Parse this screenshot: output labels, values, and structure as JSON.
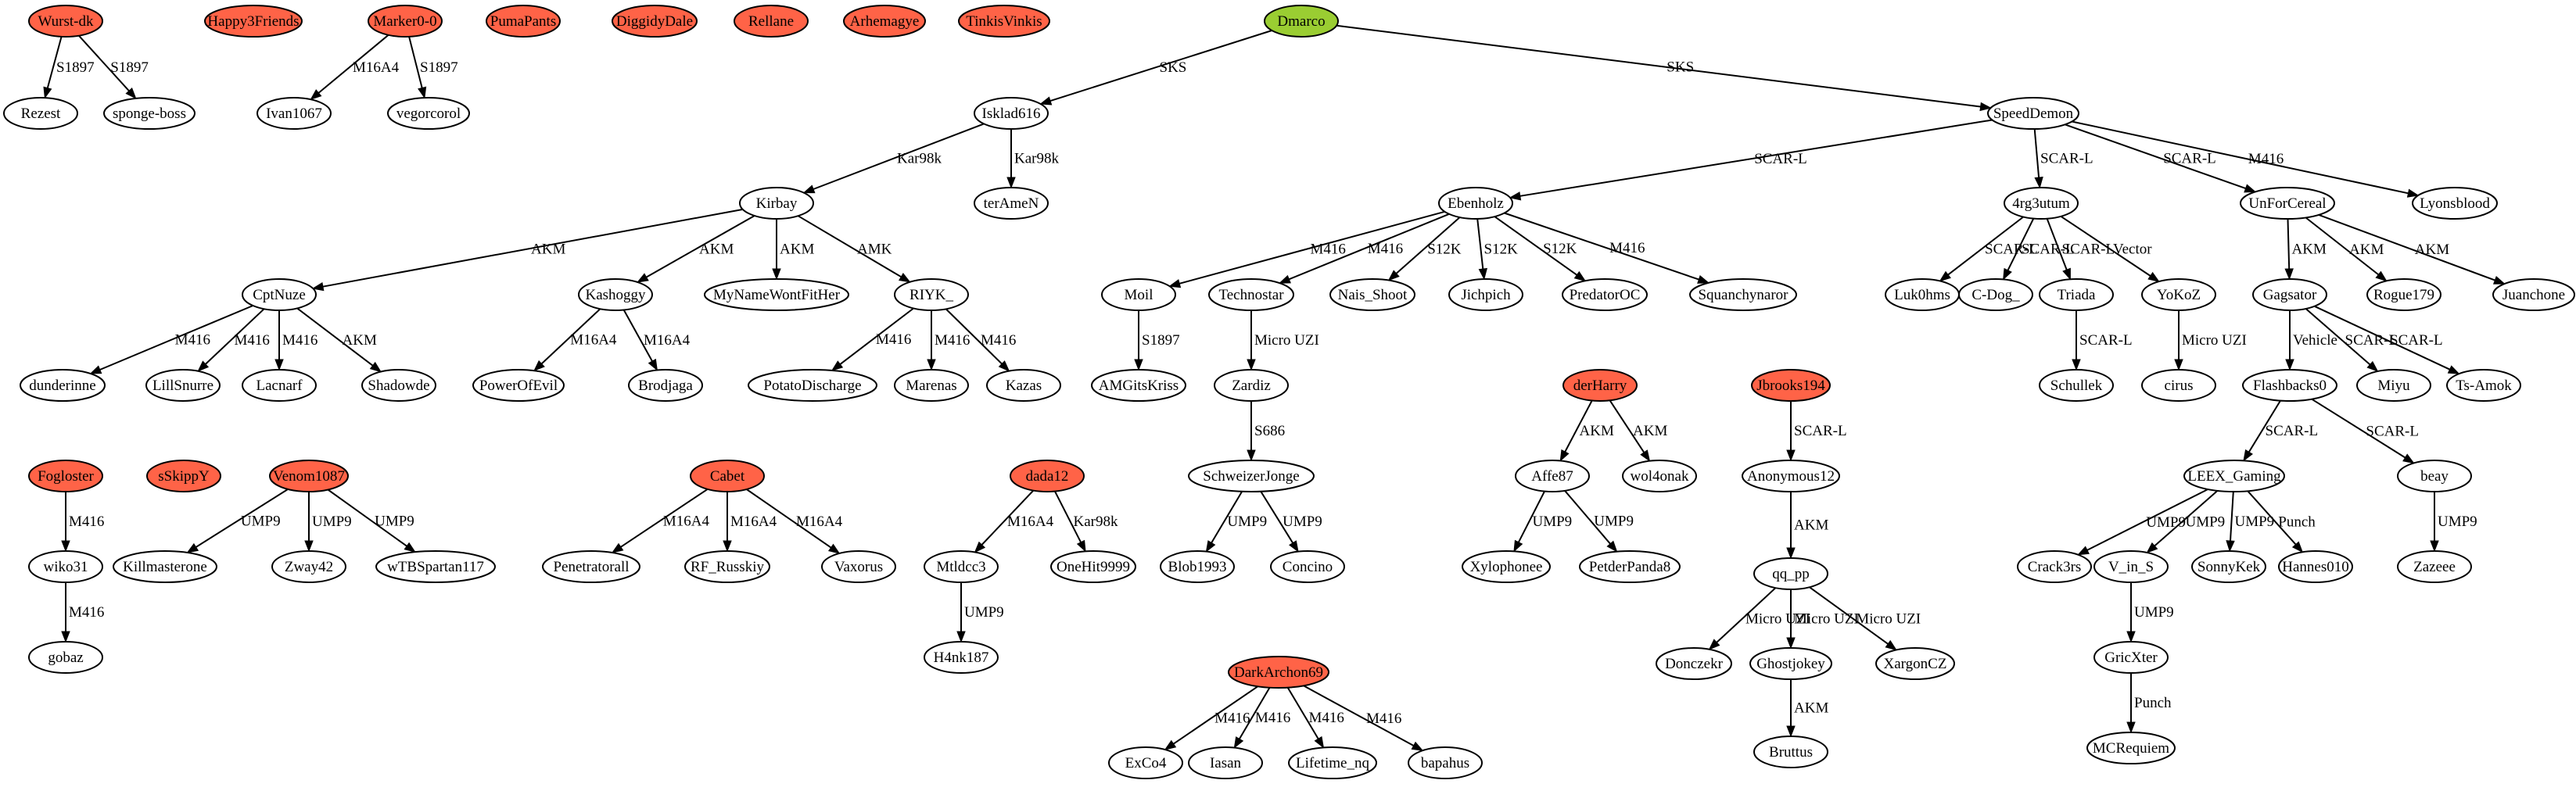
{
  "colors": {
    "highlight": "#ff6347",
    "root": "#9acd32",
    "default": "#ffffff"
  },
  "nodes": [
    {
      "id": "Wurst-dk",
      "label": "Wurst-dk",
      "style": "highlight"
    },
    {
      "id": "Happy3Friends",
      "label": "Happy3Friends",
      "style": "highlight"
    },
    {
      "id": "Marker0-0",
      "label": "Marker0-0",
      "style": "highlight"
    },
    {
      "id": "PumaPants",
      "label": "PumaPants",
      "style": "highlight"
    },
    {
      "id": "DiggidyDale",
      "label": "DiggidyDale",
      "style": "highlight"
    },
    {
      "id": "Rellane",
      "label": "Rellane",
      "style": "highlight"
    },
    {
      "id": "Arhemagye",
      "label": "Arhemagye",
      "style": "highlight"
    },
    {
      "id": "TinkisVinkis",
      "label": "TinkisVinkis",
      "style": "highlight"
    },
    {
      "id": "Dmarco",
      "label": "Dmarco",
      "style": "root"
    },
    {
      "id": "Rezest",
      "label": "Rezest",
      "style": "default"
    },
    {
      "id": "sponge-boss",
      "label": "sponge-boss",
      "style": "default"
    },
    {
      "id": "Ivan1067",
      "label": "Ivan1067",
      "style": "default"
    },
    {
      "id": "vegorcorol",
      "label": "vegorcorol",
      "style": "default"
    },
    {
      "id": "Isklad616",
      "label": "Isklad616",
      "style": "default"
    },
    {
      "id": "SpeedDemon",
      "label": "SpeedDemon",
      "style": "default"
    },
    {
      "id": "Kirbay",
      "label": "Kirbay",
      "style": "default"
    },
    {
      "id": "terAmeN",
      "label": "terAmeN",
      "style": "default"
    },
    {
      "id": "Ebenholz",
      "label": "Ebenholz",
      "style": "default"
    },
    {
      "id": "4rg3utum",
      "label": "4rg3utum",
      "style": "default"
    },
    {
      "id": "UnForCereal",
      "label": "UnForCereal",
      "style": "default"
    },
    {
      "id": "Lyonsblood",
      "label": "Lyonsblood",
      "style": "default"
    },
    {
      "id": "CptNuze",
      "label": "CptNuze",
      "style": "default"
    },
    {
      "id": "Kashoggy",
      "label": "Kashoggy",
      "style": "default"
    },
    {
      "id": "MyNameWontFitHer",
      "label": "MyNameWontFitHer",
      "style": "default"
    },
    {
      "id": "RIYK_",
      "label": "RIYK_",
      "style": "default"
    },
    {
      "id": "Moil",
      "label": "Moil",
      "style": "default"
    },
    {
      "id": "Technostar",
      "label": "Technostar",
      "style": "default"
    },
    {
      "id": "Nais_Shoot",
      "label": "Nais_Shoot",
      "style": "default"
    },
    {
      "id": "Jichpich",
      "label": "Jichpich",
      "style": "default"
    },
    {
      "id": "PredatorOC",
      "label": "PredatorOC",
      "style": "default"
    },
    {
      "id": "Squanchynaror",
      "label": "Squanchynaror",
      "style": "default"
    },
    {
      "id": "Luk0hms",
      "label": "Luk0hms",
      "style": "default"
    },
    {
      "id": "C-Dog_",
      "label": "C-Dog_",
      "style": "default"
    },
    {
      "id": "Triada",
      "label": "Triada",
      "style": "default"
    },
    {
      "id": "YoKoZ",
      "label": "YoKoZ",
      "style": "default"
    },
    {
      "id": "Gagsator",
      "label": "Gagsator",
      "style": "default"
    },
    {
      "id": "Rogue179",
      "label": "Rogue179",
      "style": "default"
    },
    {
      "id": "Juanchone",
      "label": "Juanchone",
      "style": "default"
    },
    {
      "id": "dunderinne",
      "label": "dunderinne",
      "style": "default"
    },
    {
      "id": "LillSnurre",
      "label": "LillSnurre",
      "style": "default"
    },
    {
      "id": "Lacnarf",
      "label": "Lacnarf",
      "style": "default"
    },
    {
      "id": "Shadowde",
      "label": "Shadowde",
      "style": "default"
    },
    {
      "id": "PowerOfEvil",
      "label": "PowerOfEvil",
      "style": "default"
    },
    {
      "id": "Brodjaga",
      "label": "Brodjaga",
      "style": "default"
    },
    {
      "id": "PotatoDischarge",
      "label": "PotatoDischarge",
      "style": "default"
    },
    {
      "id": "Marenas",
      "label": "Marenas",
      "style": "default"
    },
    {
      "id": "Kazas",
      "label": "Kazas",
      "style": "default"
    },
    {
      "id": "AMGitsKriss",
      "label": "AMGitsKriss",
      "style": "default"
    },
    {
      "id": "Zardiz",
      "label": "Zardiz",
      "style": "default"
    },
    {
      "id": "SchweizerJonge",
      "label": "SchweizerJonge",
      "style": "default"
    },
    {
      "id": "Blob1993",
      "label": "Blob1993",
      "style": "default"
    },
    {
      "id": "Concino",
      "label": "Concino",
      "style": "default"
    },
    {
      "id": "Schullek",
      "label": "Schullek",
      "style": "default"
    },
    {
      "id": "cirus",
      "label": "cirus",
      "style": "default"
    },
    {
      "id": "Flashbacks0",
      "label": "Flashbacks0",
      "style": "default"
    },
    {
      "id": "Miyu",
      "label": "Miyu",
      "style": "default"
    },
    {
      "id": "Ts-Amok",
      "label": "Ts-Amok",
      "style": "default"
    },
    {
      "id": "LEEX_Gaming",
      "label": "LEEX_Gaming",
      "style": "default"
    },
    {
      "id": "beay",
      "label": "beay",
      "style": "default"
    },
    {
      "id": "Crack3rs",
      "label": "Crack3rs",
      "style": "default"
    },
    {
      "id": "V_in_S",
      "label": "V_in_S",
      "style": "default"
    },
    {
      "id": "SonnyKek",
      "label": "SonnyKek",
      "style": "default"
    },
    {
      "id": "Hannes010",
      "label": "Hannes010",
      "style": "default"
    },
    {
      "id": "Zazeee",
      "label": "Zazeee",
      "style": "default"
    },
    {
      "id": "GricXter",
      "label": "GricXter",
      "style": "default"
    },
    {
      "id": "MCRequiem",
      "label": "MCRequiem",
      "style": "default"
    },
    {
      "id": "derHarry",
      "label": "derHarry",
      "style": "highlight"
    },
    {
      "id": "Affe87",
      "label": "Affe87",
      "style": "default"
    },
    {
      "id": "wol4onak",
      "label": "wol4onak",
      "style": "default"
    },
    {
      "id": "Xylophonee",
      "label": "Xylophonee",
      "style": "default"
    },
    {
      "id": "PetderPanda8",
      "label": "PetderPanda8",
      "style": "default"
    },
    {
      "id": "Jbrooks194",
      "label": "Jbrooks194",
      "style": "highlight"
    },
    {
      "id": "Anonymous12",
      "label": "Anonymous12",
      "style": "default"
    },
    {
      "id": "qq_pp",
      "label": "qq_pp",
      "style": "default"
    },
    {
      "id": "Donczekr",
      "label": "Donczekr",
      "style": "default"
    },
    {
      "id": "Ghostjokey",
      "label": "Ghostjokey",
      "style": "default"
    },
    {
      "id": "XargonCZ",
      "label": "XargonCZ",
      "style": "default"
    },
    {
      "id": "Bruttus",
      "label": "Bruttus",
      "style": "default"
    },
    {
      "id": "Fogloster",
      "label": "Fogloster",
      "style": "highlight"
    },
    {
      "id": "wiko31",
      "label": "wiko31",
      "style": "default"
    },
    {
      "id": "gobaz",
      "label": "gobaz",
      "style": "default"
    },
    {
      "id": "sSkippY",
      "label": "sSkippY",
      "style": "highlight"
    },
    {
      "id": "Venom1087",
      "label": "Venom1087",
      "style": "highlight"
    },
    {
      "id": "Killmasterone",
      "label": "Killmasterone",
      "style": "default"
    },
    {
      "id": "Zway42",
      "label": "Zway42",
      "style": "default"
    },
    {
      "id": "wTBSpartan117",
      "label": "wTBSpartan117",
      "style": "default"
    },
    {
      "id": "Cabet",
      "label": "Cabet",
      "style": "highlight"
    },
    {
      "id": "Penetratorall",
      "label": "Penetratorall",
      "style": "default"
    },
    {
      "id": "RF_Russkiy",
      "label": "RF_Russkiy",
      "style": "default"
    },
    {
      "id": "Vaxorus",
      "label": "Vaxorus",
      "style": "default"
    },
    {
      "id": "dada12",
      "label": "dada12",
      "style": "highlight"
    },
    {
      "id": "Mtldcc3",
      "label": "Mtldcc3",
      "style": "default"
    },
    {
      "id": "OneHit9999",
      "label": "OneHit9999",
      "style": "default"
    },
    {
      "id": "H4nk187",
      "label": "H4nk187",
      "style": "default"
    },
    {
      "id": "DarkArchon69",
      "label": "DarkArchon69",
      "style": "highlight"
    },
    {
      "id": "ExCo4",
      "label": "ExCo4",
      "style": "default"
    },
    {
      "id": "Iasan",
      "label": "Iasan",
      "style": "default"
    },
    {
      "id": "Lifetime_nq",
      "label": "Lifetime_nq",
      "style": "default"
    },
    {
      "id": "bapahus",
      "label": "bapahus",
      "style": "default"
    }
  ],
  "edges": [
    {
      "from": "Wurst-dk",
      "to": "Rezest",
      "label": "S1897"
    },
    {
      "from": "Wurst-dk",
      "to": "sponge-boss",
      "label": "S1897"
    },
    {
      "from": "Marker0-0",
      "to": "Ivan1067",
      "label": "M16A4"
    },
    {
      "from": "Marker0-0",
      "to": "vegorcorol",
      "label": "S1897"
    },
    {
      "from": "Dmarco",
      "to": "Isklad616",
      "label": "SKS"
    },
    {
      "from": "Dmarco",
      "to": "SpeedDemon",
      "label": "SKS"
    },
    {
      "from": "Isklad616",
      "to": "Kirbay",
      "label": "Kar98k"
    },
    {
      "from": "Isklad616",
      "to": "terAmeN",
      "label": "Kar98k"
    },
    {
      "from": "SpeedDemon",
      "to": "Ebenholz",
      "label": "SCAR-L"
    },
    {
      "from": "SpeedDemon",
      "to": "4rg3utum",
      "label": "SCAR-L"
    },
    {
      "from": "SpeedDemon",
      "to": "UnForCereal",
      "label": "SCAR-L"
    },
    {
      "from": "SpeedDemon",
      "to": "Lyonsblood",
      "label": "M416"
    },
    {
      "from": "Kirbay",
      "to": "CptNuze",
      "label": "AKM"
    },
    {
      "from": "Kirbay",
      "to": "Kashoggy",
      "label": "AKM"
    },
    {
      "from": "Kirbay",
      "to": "MyNameWontFitHer",
      "label": "AKM"
    },
    {
      "from": "Kirbay",
      "to": "RIYK_",
      "label": "AMK"
    },
    {
      "from": "Ebenholz",
      "to": "Moil",
      "label": "M416"
    },
    {
      "from": "Ebenholz",
      "to": "Technostar",
      "label": "M416"
    },
    {
      "from": "Ebenholz",
      "to": "Nais_Shoot",
      "label": "S12K"
    },
    {
      "from": "Ebenholz",
      "to": "Jichpich",
      "label": "S12K"
    },
    {
      "from": "Ebenholz",
      "to": "PredatorOC",
      "label": "S12K"
    },
    {
      "from": "Ebenholz",
      "to": "Squanchynaror",
      "label": "M416"
    },
    {
      "from": "4rg3utum",
      "to": "Luk0hms",
      "label": "SCAR-L"
    },
    {
      "from": "4rg3utum",
      "to": "C-Dog_",
      "label": "SCAR-L"
    },
    {
      "from": "4rg3utum",
      "to": "Triada",
      "label": "SCAR-L"
    },
    {
      "from": "4rg3utum",
      "to": "YoKoZ",
      "label": "Vector"
    },
    {
      "from": "UnForCereal",
      "to": "Gagsator",
      "label": "AKM"
    },
    {
      "from": "UnForCereal",
      "to": "Rogue179",
      "label": "AKM"
    },
    {
      "from": "UnForCereal",
      "to": "Juanchone",
      "label": "AKM"
    },
    {
      "from": "CptNuze",
      "to": "dunderinne",
      "label": "M416"
    },
    {
      "from": "CptNuze",
      "to": "LillSnurre",
      "label": "M416"
    },
    {
      "from": "CptNuze",
      "to": "Lacnarf",
      "label": "M416"
    },
    {
      "from": "CptNuze",
      "to": "Shadowde",
      "label": "AKM"
    },
    {
      "from": "Kashoggy",
      "to": "PowerOfEvil",
      "label": "M16A4"
    },
    {
      "from": "Kashoggy",
      "to": "Brodjaga",
      "label": "M16A4"
    },
    {
      "from": "RIYK_",
      "to": "PotatoDischarge",
      "label": "M416"
    },
    {
      "from": "RIYK_",
      "to": "Marenas",
      "label": "M416"
    },
    {
      "from": "RIYK_",
      "to": "Kazas",
      "label": "M416"
    },
    {
      "from": "Moil",
      "to": "AMGitsKriss",
      "label": "S1897"
    },
    {
      "from": "Technostar",
      "to": "Zardiz",
      "label": "Micro UZI"
    },
    {
      "from": "Zardiz",
      "to": "SchweizerJonge",
      "label": "S686"
    },
    {
      "from": "SchweizerJonge",
      "to": "Blob1993",
      "label": "UMP9"
    },
    {
      "from": "SchweizerJonge",
      "to": "Concino",
      "label": "UMP9"
    },
    {
      "from": "Triada",
      "to": "Schullek",
      "label": "SCAR-L"
    },
    {
      "from": "YoKoZ",
      "to": "cirus",
      "label": "Micro UZI"
    },
    {
      "from": "Gagsator",
      "to": "Flashbacks0",
      "label": "Vehicle"
    },
    {
      "from": "Gagsator",
      "to": "Miyu",
      "label": "SCAR-L"
    },
    {
      "from": "Gagsator",
      "to": "Ts-Amok",
      "label": "SCAR-L"
    },
    {
      "from": "Flashbacks0",
      "to": "LEEX_Gaming",
      "label": "SCAR-L"
    },
    {
      "from": "Flashbacks0",
      "to": "beay",
      "label": "SCAR-L"
    },
    {
      "from": "LEEX_Gaming",
      "to": "Crack3rs",
      "label": "UMP9"
    },
    {
      "from": "LEEX_Gaming",
      "to": "V_in_S",
      "label": "UMP9"
    },
    {
      "from": "LEEX_Gaming",
      "to": "SonnyKek",
      "label": "UMP9"
    },
    {
      "from": "LEEX_Gaming",
      "to": "Hannes010",
      "label": "Punch"
    },
    {
      "from": "beay",
      "to": "Zazeee",
      "label": "UMP9"
    },
    {
      "from": "V_in_S",
      "to": "GricXter",
      "label": "UMP9"
    },
    {
      "from": "GricXter",
      "to": "MCRequiem",
      "label": "Punch"
    },
    {
      "from": "derHarry",
      "to": "Affe87",
      "label": "AKM"
    },
    {
      "from": "derHarry",
      "to": "wol4onak",
      "label": "AKM"
    },
    {
      "from": "Affe87",
      "to": "Xylophonee",
      "label": "UMP9"
    },
    {
      "from": "Affe87",
      "to": "PetderPanda8",
      "label": "UMP9"
    },
    {
      "from": "Jbrooks194",
      "to": "Anonymous12",
      "label": "SCAR-L"
    },
    {
      "from": "Anonymous12",
      "to": "qq_pp",
      "label": "AKM"
    },
    {
      "from": "qq_pp",
      "to": "Donczekr",
      "label": "Micro UZI"
    },
    {
      "from": "qq_pp",
      "to": "Ghostjokey",
      "label": "Micro UZI"
    },
    {
      "from": "qq_pp",
      "to": "XargonCZ",
      "label": "Micro UZI"
    },
    {
      "from": "Ghostjokey",
      "to": "Bruttus",
      "label": "AKM"
    },
    {
      "from": "Fogloster",
      "to": "wiko31",
      "label": "M416"
    },
    {
      "from": "wiko31",
      "to": "gobaz",
      "label": "M416"
    },
    {
      "from": "Venom1087",
      "to": "Killmasterone",
      "label": "UMP9"
    },
    {
      "from": "Venom1087",
      "to": "Zway42",
      "label": "UMP9"
    },
    {
      "from": "Venom1087",
      "to": "wTBSpartan117",
      "label": "UMP9"
    },
    {
      "from": "Cabet",
      "to": "Penetratorall",
      "label": "M16A4"
    },
    {
      "from": "Cabet",
      "to": "RF_Russkiy",
      "label": "M16A4"
    },
    {
      "from": "Cabet",
      "to": "Vaxorus",
      "label": "M16A4"
    },
    {
      "from": "dada12",
      "to": "Mtldcc3",
      "label": "M16A4"
    },
    {
      "from": "dada12",
      "to": "OneHit9999",
      "label": "Kar98k"
    },
    {
      "from": "Mtldcc3",
      "to": "H4nk187",
      "label": "UMP9"
    },
    {
      "from": "DarkArchon69",
      "to": "ExCo4",
      "label": "M416"
    },
    {
      "from": "DarkArchon69",
      "to": "Iasan",
      "label": "M416"
    },
    {
      "from": "DarkArchon69",
      "to": "Lifetime_nq",
      "label": "M416"
    },
    {
      "from": "DarkArchon69",
      "to": "bapahus",
      "label": "M416"
    }
  ]
}
